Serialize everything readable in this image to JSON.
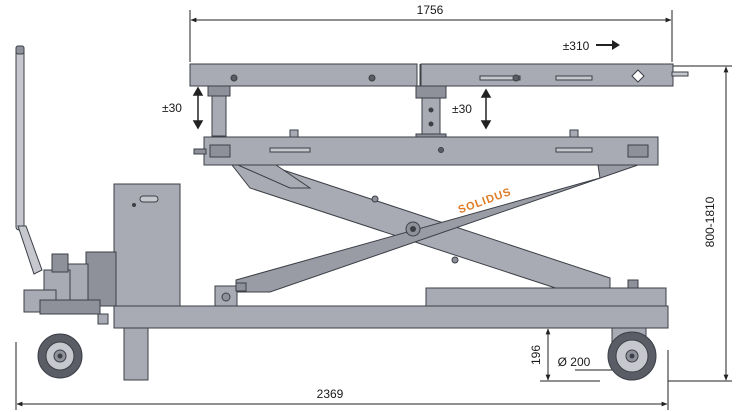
{
  "dimensions": {
    "top_width": "1756",
    "platform_shift": "±310",
    "lift_left": "±30",
    "lift_right": "±30",
    "height_range": "800-1810",
    "wheel_diameter": "Ø 200",
    "ground_clearance": "196",
    "total_length": "2369"
  },
  "brand": {
    "label": "SOLIDUS"
  },
  "colors": {
    "machine_body": "#a9abb4",
    "machine_dark": "#7f828c",
    "outline": "#3c3f46",
    "brand_orange": "#e07b24",
    "dimension_line": "#222222"
  },
  "icons": {
    "shift_arrow": "arrow-right-icon",
    "lift_arrows": "double-vertical-arrow-icon"
  }
}
